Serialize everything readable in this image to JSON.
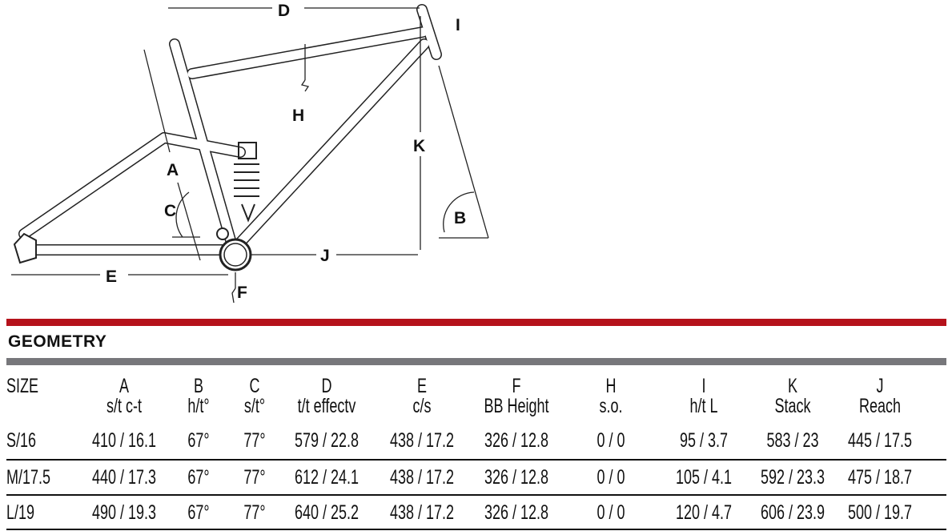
{
  "diagram": {
    "labels": {
      "A": "A",
      "B": "B",
      "C": "C",
      "D": "D",
      "E": "E",
      "F": "F",
      "H": "H",
      "I": "I",
      "J": "J",
      "K": "K"
    }
  },
  "colors": {
    "accent_red": "#b5121b",
    "divider_gray": "#77777b"
  },
  "table": {
    "title": "GEOMETRY",
    "size_header": "SIZE",
    "columns": [
      {
        "letter": "A",
        "sub": "s/t c-t"
      },
      {
        "letter": "B",
        "sub": "h/t°"
      },
      {
        "letter": "C",
        "sub": "s/t°"
      },
      {
        "letter": "D",
        "sub": "t/t effectv"
      },
      {
        "letter": "E",
        "sub": "c/s"
      },
      {
        "letter": "F",
        "sub": "BB Height"
      },
      {
        "letter": "H",
        "sub": "s.o."
      },
      {
        "letter": "I",
        "sub": "h/t L"
      },
      {
        "letter": "K",
        "sub": "Stack"
      },
      {
        "letter": "J",
        "sub": "Reach"
      }
    ],
    "rows": [
      {
        "size": "S/16",
        "values": [
          "410 / 16.1",
          "67°",
          "77°",
          "579 / 22.8",
          "438 / 17.2",
          "326 / 12.8",
          "0 / 0",
          "95 / 3.7",
          "583 / 23",
          "445 / 17.5"
        ]
      },
      {
        "size": "M/17.5",
        "values": [
          "440 / 17.3",
          "67°",
          "77°",
          "612 / 24.1",
          "438 / 17.2",
          "326 / 12.8",
          "0 / 0",
          "105 / 4.1",
          "592 / 23.3",
          "475 / 18.7"
        ]
      },
      {
        "size": "L/19",
        "values": [
          "490 / 19.3",
          "67°",
          "77°",
          "640 / 25.2",
          "438 / 17.2",
          "326 / 12.8",
          "0 / 0",
          "120 / 4.7",
          "606 / 23.9",
          "500 / 19.7"
        ]
      }
    ]
  }
}
